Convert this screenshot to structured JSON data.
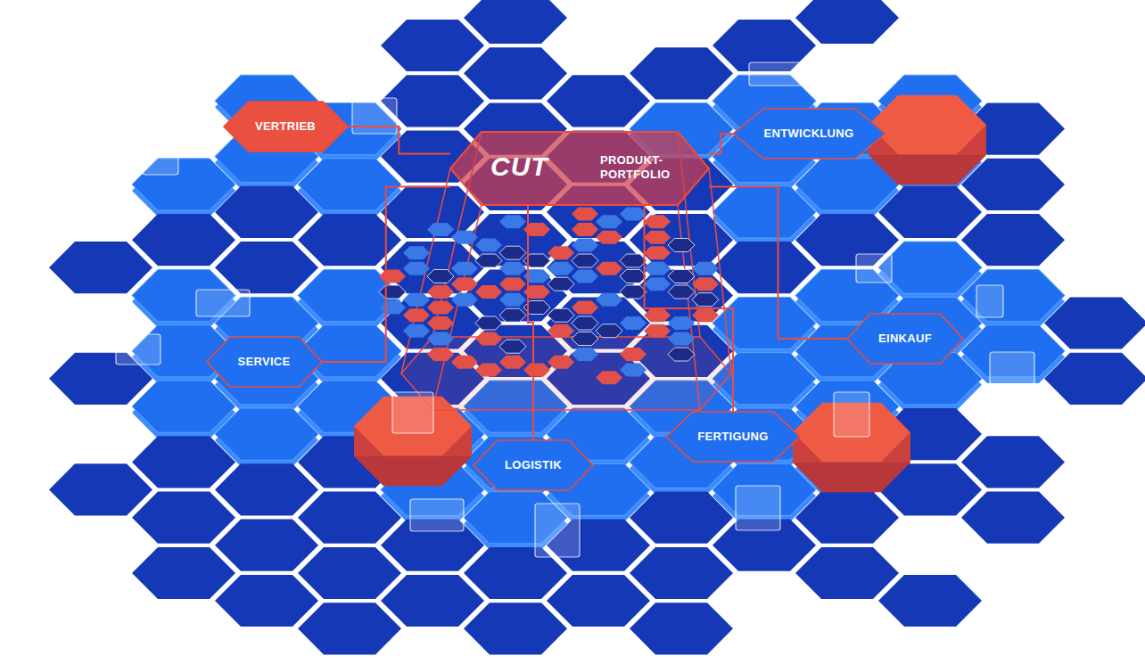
{
  "diagram": {
    "nodes": [
      {
        "text": [
          "CUT",
          "PRODUKT- PORTFOLIO"
        ]
      },
      {
        "text": [
          "VERTRIEB"
        ]
      },
      {
        "text": [
          "ENTWICKLUNG"
        ]
      },
      {
        "text": [
          "SERVICE"
        ]
      },
      {
        "text": [
          "EINKAUF"
        ]
      },
      {
        "text": [
          "LOGISTIK"
        ]
      },
      {
        "text": [
          "FERTIGUNG"
        ]
      }
    ],
    "edges": [
      {
        "from": 0,
        "to": 1,
        "arrow": "none"
      },
      {
        "from": 0,
        "to": 2,
        "arrow": "none"
      },
      {
        "from": 0,
        "to": 3,
        "arrow": "none"
      },
      {
        "from": 0,
        "to": 4,
        "arrow": "none"
      },
      {
        "from": 0,
        "to": 5,
        "arrow": "none"
      },
      {
        "from": 0,
        "to": 6,
        "arrow": "none"
      }
    ]
  }
}
